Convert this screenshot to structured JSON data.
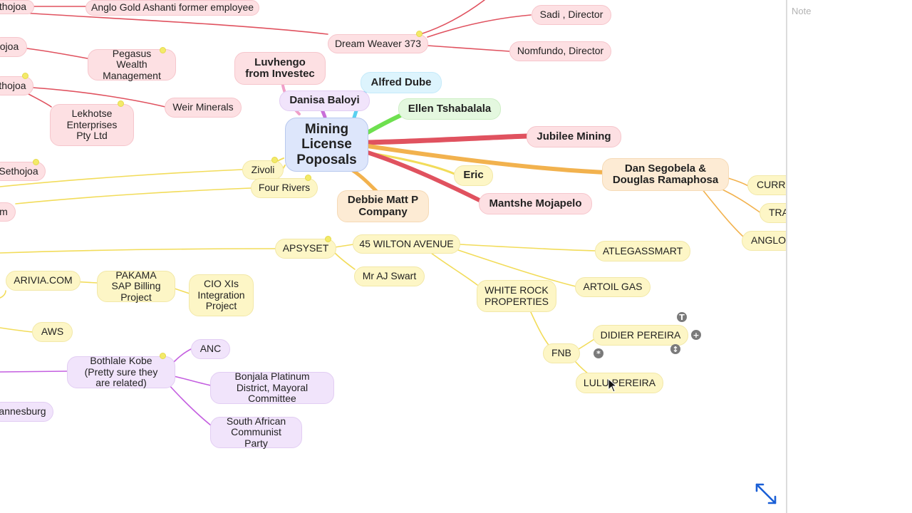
{
  "root": {
    "line1": "Mining",
    "line2": "License",
    "line3": "Poposals"
  },
  "branches": {
    "luvhengo": "Luvhengo from Investec",
    "danisa": "Danisa Baloyi",
    "alfred": "Alfred Dube",
    "ellen": "Ellen Tshabalala",
    "jubilee": "Jubilee Mining",
    "dan": "Dan Segobela & Douglas Ramaphosa",
    "eric": "Eric",
    "mantshe": "Mantshe Mojapelo",
    "debbie": "Debbie Matt P Company"
  },
  "nodes": {
    "anglo_employee": "Anglo Gold Ashanti former employee",
    "dream_weaver": "Dream Weaver 373",
    "sadi": "Sadi , Director",
    "nomfundo": "Nomfundo, Director",
    "pegasus": "Pegasus Wealth Management",
    "weir": "Weir Minerals",
    "lekhotse": "Lekhotse Enterprises Pty Ltd",
    "thojoa_1": "thojoa",
    "ojoa": "ojoa",
    "thojoa_2": "thojoa",
    "sethojoa": "Sethojoa",
    "m_cut": "m",
    "zivoli": "Zivoli",
    "four_rivers": "Four Rivers",
    "curro": "CURRO",
    "tra": "TRA",
    "anglo_cut": "ANGLO-",
    "apsyset": "APSYSET",
    "wilton": "45 WILTON AVENUE",
    "swart": "Mr AJ Swart",
    "atlegas": "ATLEGASSMART",
    "artoil": "ARTOIL GAS",
    "white_rock": "WHITE ROCK PROPERTIES",
    "fnb": "FNB",
    "didier": "DIDIER PEREIRA",
    "lulu": "LULU PEREIRA",
    "arivia": "ARIVIA.COM",
    "pakama": "PAKAMA SAP Billing Project",
    "cio": "CIO XIs Integration Project",
    "aws": "AWS",
    "bothlale": "Bothlale Kobe (Pretty sure they are related)",
    "anc": "ANC",
    "bonjala": "Bonjala Platinum District, Mayoral Committee",
    "sacp": "South African Communist Party",
    "johannesburg_cut": "annesburg"
  },
  "node_tools": {
    "top": "T",
    "add": "+",
    "left": "*",
    "bottom": "↕"
  },
  "note": {
    "placeholder": "Note",
    "value": ""
  },
  "icons": {
    "expand": "expand-arrows-icon",
    "cursor": "mouse-pointer-icon"
  },
  "colors": {
    "pink_branch": "#e0525f",
    "yellow_branch": "#f2dc5a",
    "purple_branch": "#c45fe0",
    "orange_branch": "#f2b24e",
    "green_branch": "#6ee04f",
    "cyan_branch": "#5ad0f0",
    "root_fill": "#dde6fb",
    "expand_icon": "#1a5fd6"
  }
}
